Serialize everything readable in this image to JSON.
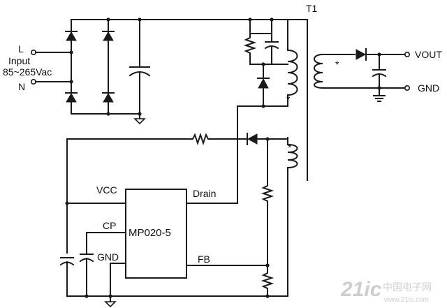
{
  "labels": {
    "transformer": "T1",
    "input_l": "L",
    "input_title": "Input",
    "input_range": "85~265Vac",
    "input_n": "N",
    "vout": "VOUT",
    "gnd_out": "GND",
    "chip_name": "MP020-5",
    "pin_vcc": "VCC",
    "pin_drain": "Drain",
    "pin_cp": "CP",
    "pin_gnd": "GND",
    "pin_fb": "FB",
    "dot_primary": "*",
    "dot_aux": "*",
    "dot_secondary": "*"
  },
  "watermark": {
    "brand": "21ic",
    "site_cn": "中国电子网",
    "site_url": "www.21ic.com"
  }
}
